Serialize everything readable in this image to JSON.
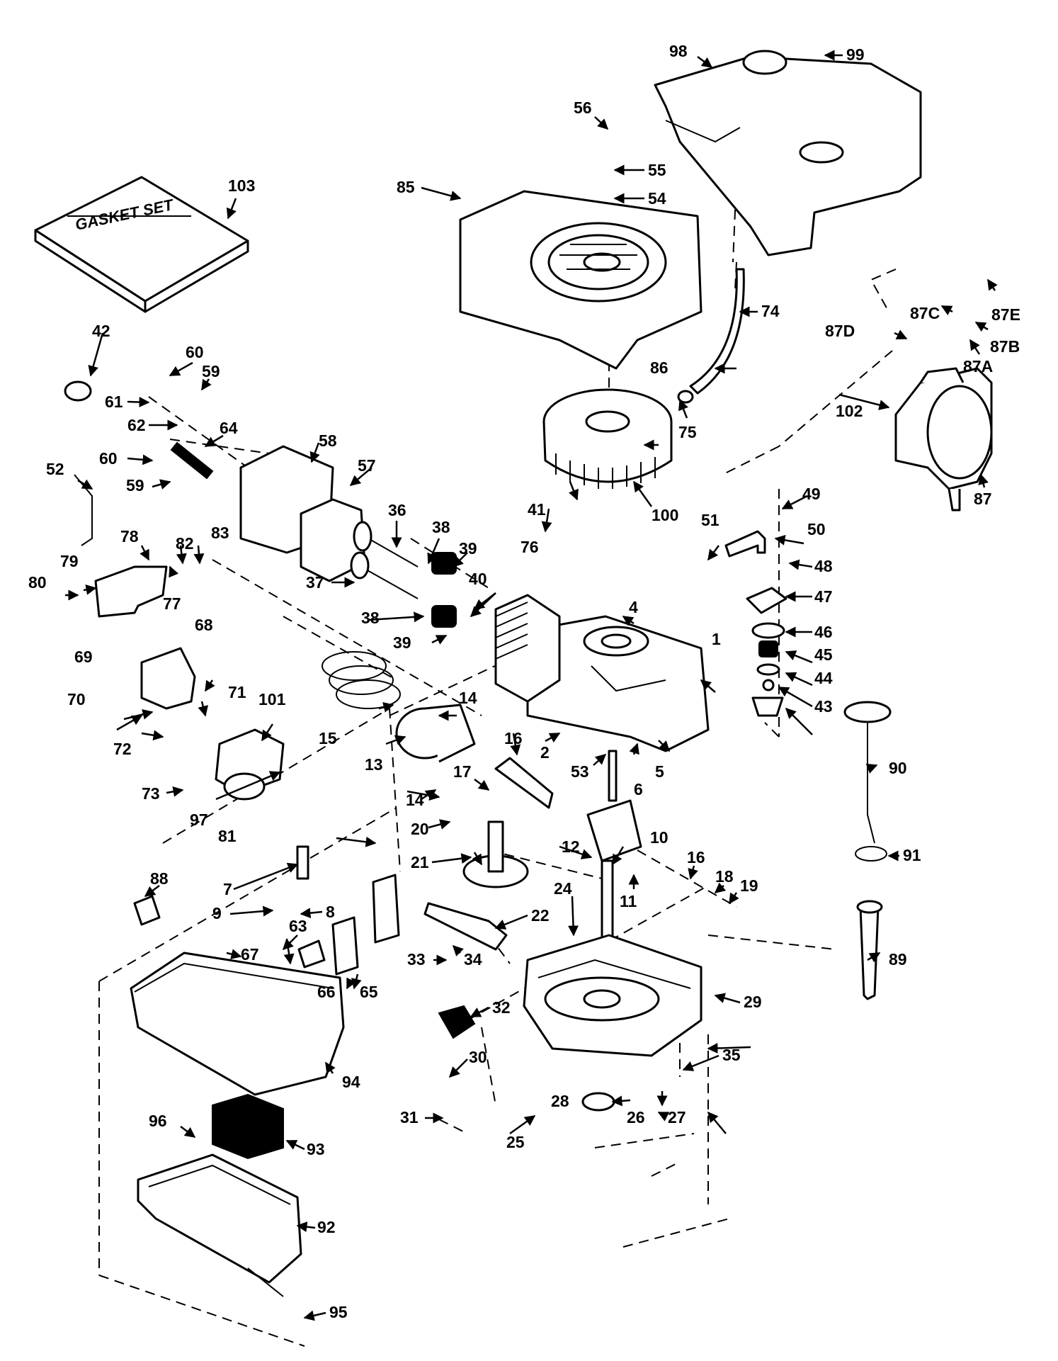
{
  "gasket_set_text": "GASKET SET",
  "labels": {
    "p1": "1",
    "p2": "2",
    "p4": "4",
    "p5": "5",
    "p6": "6",
    "p7": "7",
    "p8": "8",
    "p9": "9",
    "p10": "10",
    "p11": "11",
    "p12": "12",
    "p13": "13",
    "p14a": "14",
    "p14b": "14",
    "p15": "15",
    "p16a": "16",
    "p16b": "16",
    "p17": "17",
    "p18": "18",
    "p19": "19",
    "p20": "20",
    "p21": "21",
    "p22": "22",
    "p24": "24",
    "p25": "25",
    "p26": "26",
    "p27": "27",
    "p28": "28",
    "p29": "29",
    "p30": "30",
    "p31": "31",
    "p32": "32",
    "p33": "33",
    "p34": "34",
    "p35": "35",
    "p36": "36",
    "p37": "37",
    "p38a": "38",
    "p38b": "38",
    "p39a": "39",
    "p39b": "39",
    "p40": "40",
    "p41": "41",
    "p42": "42",
    "p43": "43",
    "p44": "44",
    "p45": "45",
    "p46": "46",
    "p47": "47",
    "p48": "48",
    "p49": "49",
    "p50": "50",
    "p51": "51",
    "p52": "52",
    "p53": "53",
    "p54": "54",
    "p55": "55",
    "p56": "56",
    "p57": "57",
    "p58": "58",
    "p59a": "59",
    "p59b": "59",
    "p60a": "60",
    "p60b": "60",
    "p61": "61",
    "p62": "62",
    "p63": "63",
    "p64": "64",
    "p65": "65",
    "p66": "66",
    "p67": "67",
    "p68": "68",
    "p69": "69",
    "p70": "70",
    "p71": "71",
    "p72": "72",
    "p73": "73",
    "p74": "74",
    "p75": "75",
    "p76": "76",
    "p77": "77",
    "p78": "78",
    "p79": "79",
    "p80": "80",
    "p81": "81",
    "p82": "82",
    "p83": "83",
    "p85": "85",
    "p86": "86",
    "p87": "87",
    "p87a": "87A",
    "p87b": "87B",
    "p87c": "87C",
    "p87d": "87D",
    "p87e": "87E",
    "p88": "88",
    "p89": "89",
    "p90": "90",
    "p91": "91",
    "p92": "92",
    "p93": "93",
    "p94": "94",
    "p95": "95",
    "p96": "96",
    "p97": "97",
    "p98": "98",
    "p99": "99",
    "p100": "100",
    "p101": "101",
    "p102": "102",
    "p103": "103"
  }
}
